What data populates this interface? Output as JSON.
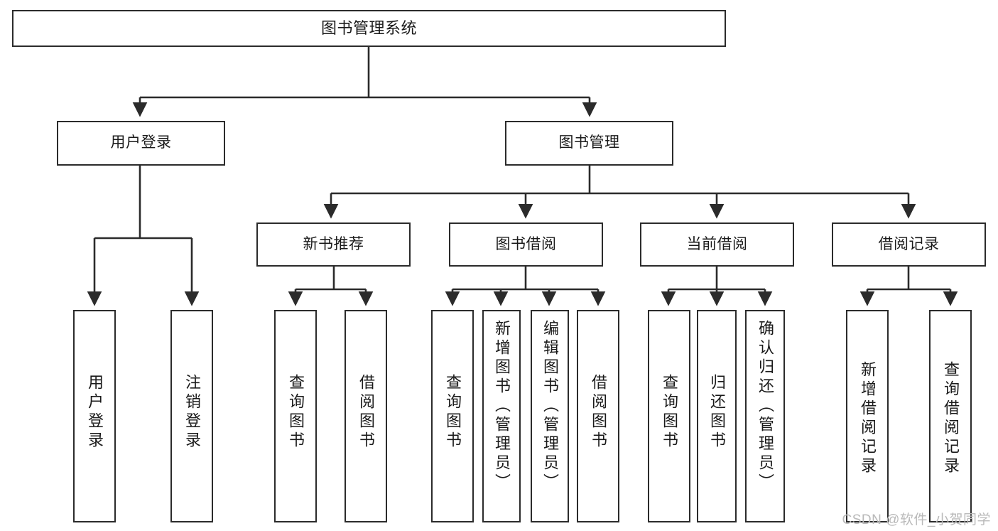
{
  "diagram": {
    "type": "tree-hierarchy",
    "title": "图书管理系统",
    "orientation": "top-down",
    "colors": {
      "border": "#2b2b2b",
      "background": "#ffffff",
      "text": "#1a1a1a",
      "watermark": "#b9b9b9"
    },
    "nodes": {
      "root": {
        "label": "图书管理系统"
      },
      "level2": [
        {
          "id": "user-login",
          "label": "用户登录"
        },
        {
          "id": "book-management",
          "label": "图书管理"
        }
      ],
      "level3": [
        {
          "id": "new-book-recommend",
          "label": "新书推荐"
        },
        {
          "id": "book-borrow",
          "label": "图书借阅"
        },
        {
          "id": "current-borrow",
          "label": "当前借阅"
        },
        {
          "id": "borrow-record",
          "label": "借阅记录"
        }
      ],
      "leaves": [
        {
          "id": "leaf-user-login",
          "label": "用户登录",
          "parent": "user-login"
        },
        {
          "id": "leaf-user-logout",
          "label": "注销登录",
          "parent": "user-login"
        },
        {
          "id": "leaf-query-book-1",
          "label": "查询图书",
          "parent": "new-book-recommend"
        },
        {
          "id": "leaf-borrow-book-1",
          "label": "借阅图书",
          "parent": "new-book-recommend"
        },
        {
          "id": "leaf-query-book-2",
          "label": "查询图书",
          "parent": "book-borrow"
        },
        {
          "id": "leaf-add-book",
          "label": "新增图书（管理员）",
          "parent": "book-borrow"
        },
        {
          "id": "leaf-edit-book",
          "label": "编辑图书（管理员）",
          "parent": "book-borrow"
        },
        {
          "id": "leaf-borrow-book-2",
          "label": "借阅图书",
          "parent": "book-borrow"
        },
        {
          "id": "leaf-query-book-3",
          "label": "查询图书",
          "parent": "current-borrow"
        },
        {
          "id": "leaf-return-book",
          "label": "归还图书",
          "parent": "current-borrow"
        },
        {
          "id": "leaf-confirm-return",
          "label": "确认归还（管理员）",
          "parent": "current-borrow"
        },
        {
          "id": "leaf-add-record",
          "label": "新增借阅记录",
          "parent": "borrow-record"
        },
        {
          "id": "leaf-query-record",
          "label": "查询借阅记录",
          "parent": "borrow-record"
        }
      ]
    },
    "watermark": "CSDN @软件_小贺同学"
  }
}
